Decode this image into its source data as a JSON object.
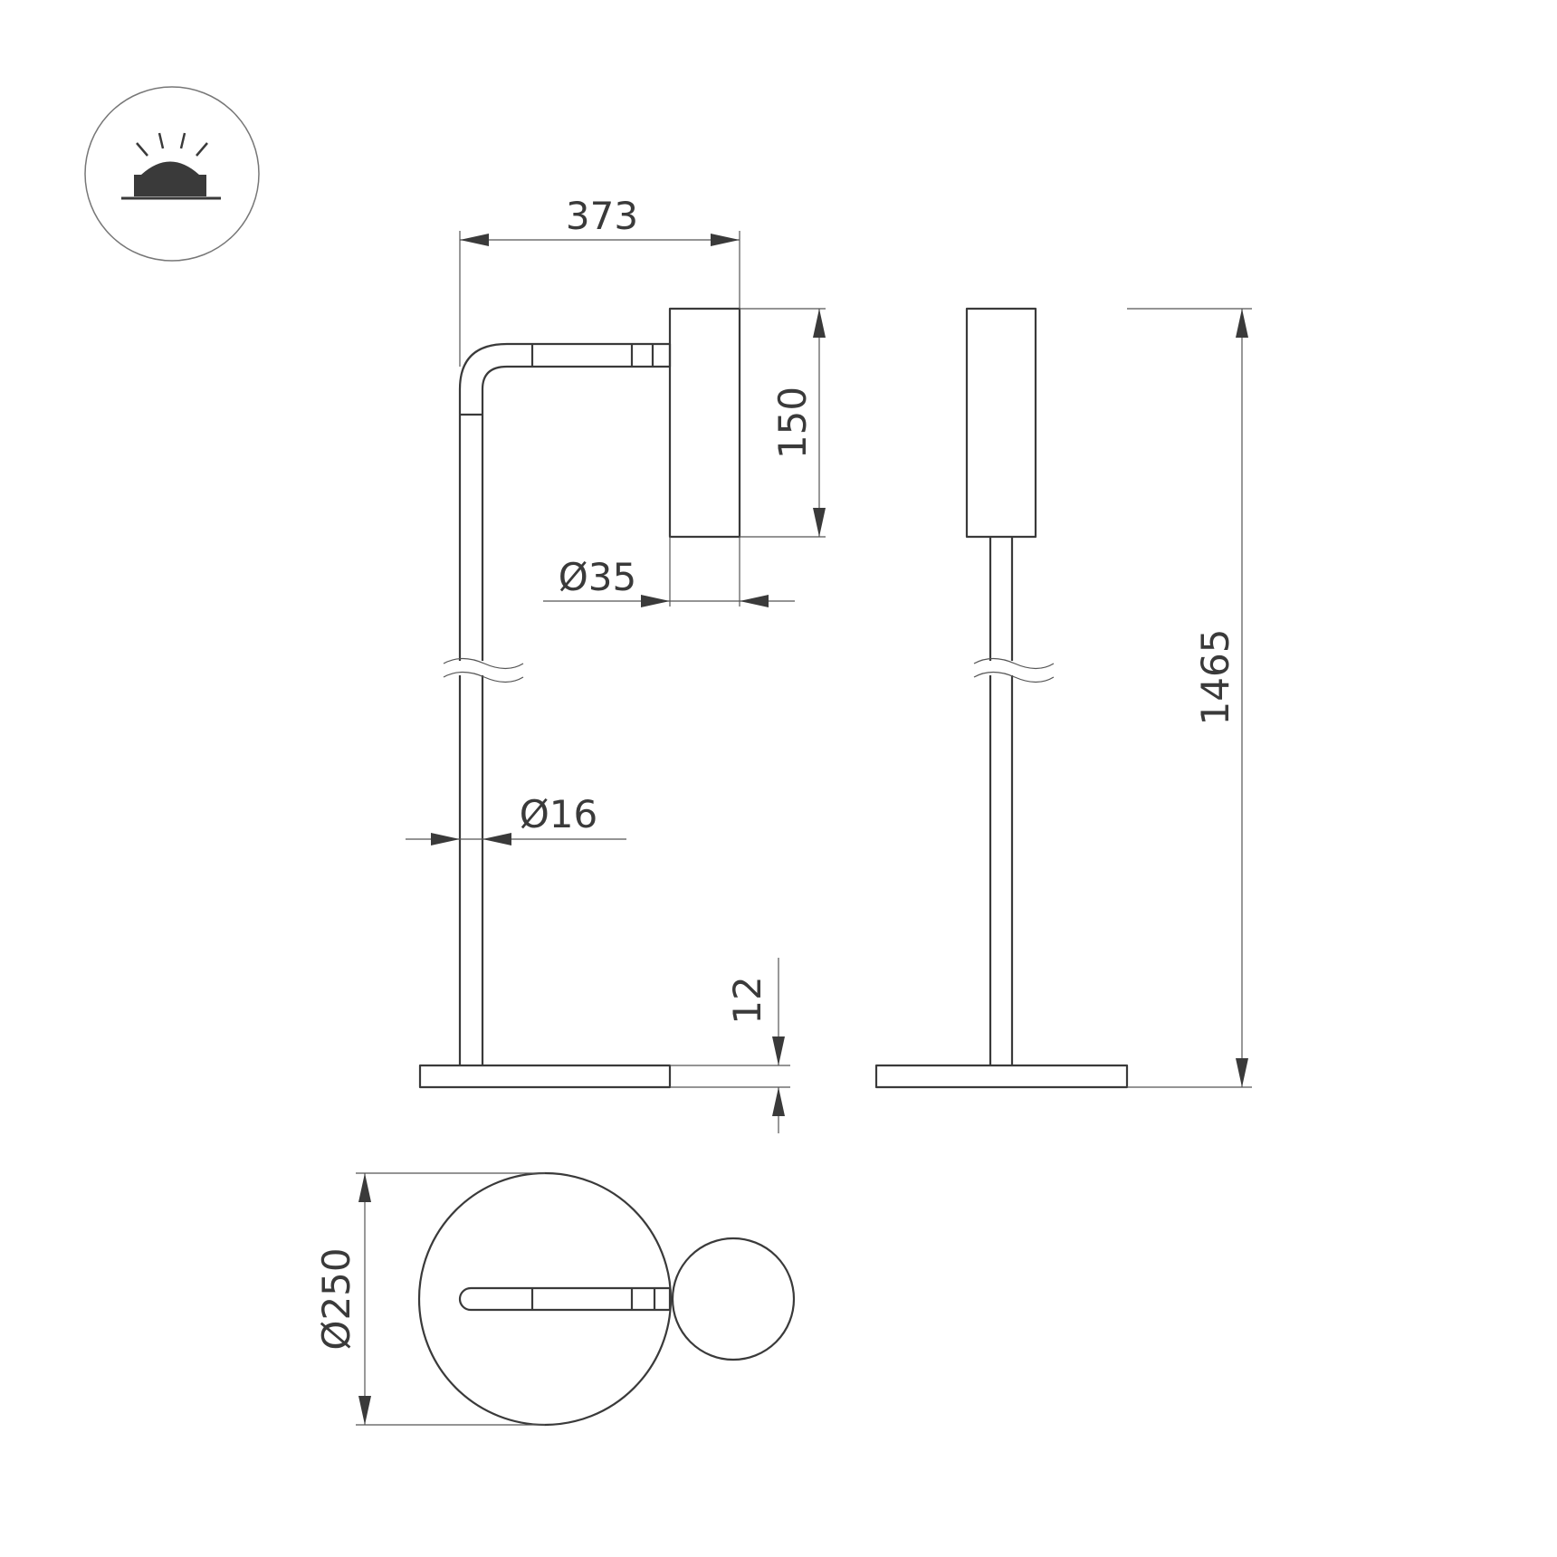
{
  "drawing": {
    "type": "technical-dimension-drawing",
    "subject": "floor lamp",
    "mounting_icon": "surface-mounted-light-icon",
    "line_color": "#3a3a3a"
  },
  "dimensions": {
    "width": "373",
    "head_height": "150",
    "head_diameter": "Ø35",
    "pole_diameter": "Ø16",
    "base_thickness": "12",
    "total_height": "1465",
    "base_diameter": "Ø250"
  }
}
